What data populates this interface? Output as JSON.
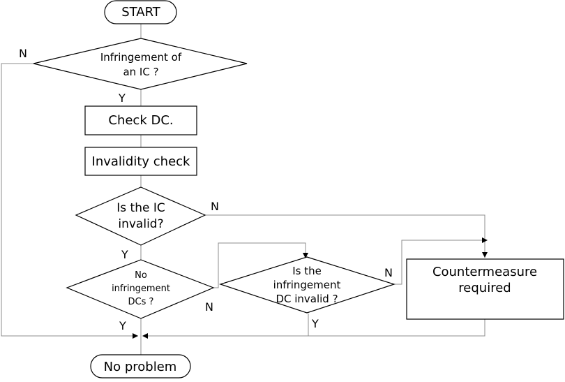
{
  "nodes": {
    "start": "START",
    "q_infringement": [
      "Infringement of",
      "an IC ?"
    ],
    "check_dc": "Check DC.",
    "invalidity_check": "Invalidity check",
    "q_ic_invalid": [
      "Is the IC",
      "invalid?"
    ],
    "q_no_infringement_dcs": [
      "No",
      "infringement",
      "DCs ?"
    ],
    "q_dc_invalid": [
      "Is the",
      "infringement",
      "DC invalid ?"
    ],
    "countermeasure": [
      "Countermeasure",
      "required"
    ],
    "no_problem": "No problem"
  },
  "edge_labels": {
    "n": "N",
    "y": "Y"
  },
  "colors": {
    "shape_stroke": "#000000",
    "edge_stroke": "#8c8c8c",
    "background": "#ffffff"
  }
}
